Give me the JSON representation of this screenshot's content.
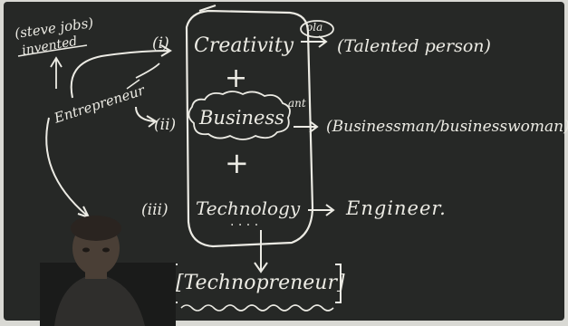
{
  "board": {
    "background_color": "#262826",
    "frame_color": "#d9d9d4",
    "chalk_color": "#ecebe4"
  },
  "corner_note": {
    "line1": "(steve jobs)",
    "line2": "invented"
  },
  "entrepreneur_label": "Entrepreneur",
  "items": [
    {
      "index": "(i)",
      "term": "Creativity",
      "result": "(Talented person)"
    },
    {
      "index": "(ii)",
      "term": "Business",
      "result": "(Businessman/businesswoman)"
    },
    {
      "index": "(iii)",
      "term": "Technology",
      "result": "Engineer."
    }
  ],
  "plus_signs": [
    "+",
    "+"
  ],
  "dots": ". . . .",
  "side_note_top": "ola",
  "side_note_mid": "ant",
  "conclusion": "[Technopreneur]",
  "presenter": {
    "icon": "person-silhouette"
  }
}
